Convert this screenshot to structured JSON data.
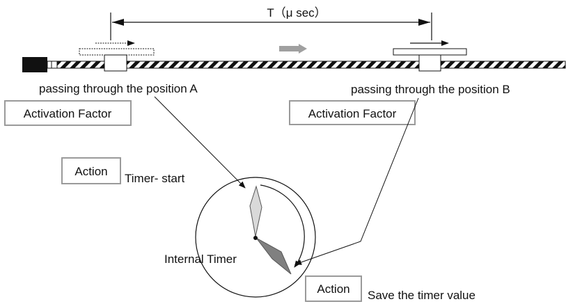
{
  "interval_label": "T（μ sec）",
  "position_a": {
    "caption": "passing through the position A",
    "factor_label": "Activation Factor"
  },
  "position_b": {
    "caption": "passing through the position B",
    "factor_label": "Activation Factor"
  },
  "action_start": {
    "box_label": "Action",
    "description": "Timer- start"
  },
  "action_save": {
    "box_label": "Action",
    "description": "Save the timer value"
  },
  "timer_label": "Internal Timer",
  "colors": {
    "line": "#111111",
    "box_border": "#9a9a9a",
    "hand_fill": "#d9d9d9",
    "hand_fill_dark": "#808080",
    "direction_arrow": "#a0a0a0"
  }
}
